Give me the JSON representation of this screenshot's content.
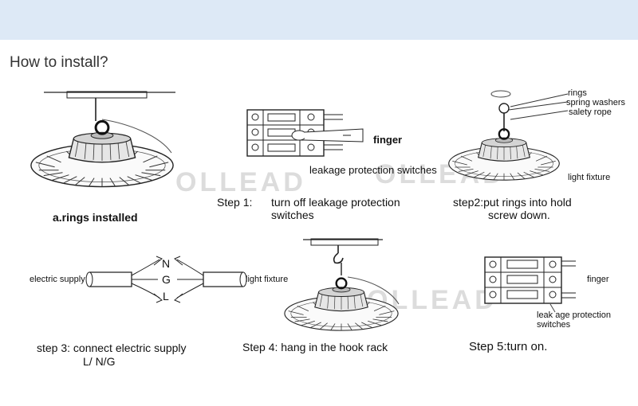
{
  "title": "How to install?",
  "watermark": "OLLEAD",
  "panels": {
    "rings_installed": {
      "caption": "a.rings installed"
    },
    "step1": {
      "label": "Step 1:",
      "text_line1": "turn off leakage protection",
      "text_line2": "switches",
      "finger": "finger",
      "switch_label": "leakage protection switches"
    },
    "step2": {
      "text_line1": "step2:put rings into hold",
      "text_line2": "screw down.",
      "rings": "rings",
      "washers": "spring washers",
      "rope": "salety rope",
      "fixture": "light fixture"
    },
    "step3": {
      "text_line1": "step 3:  connect electric supply",
      "text_line2": "L/ N/G",
      "supply": "electric supply",
      "fixture": "light fixture",
      "wire_n": "N",
      "wire_g": "G",
      "wire_l": "L"
    },
    "step4": {
      "text": "Step 4: hang in the hook rack"
    },
    "step5": {
      "text": "Step 5:turn on.",
      "finger": "finger",
      "switch_line1": "leak age protection",
      "switch_line2": "switches"
    }
  }
}
